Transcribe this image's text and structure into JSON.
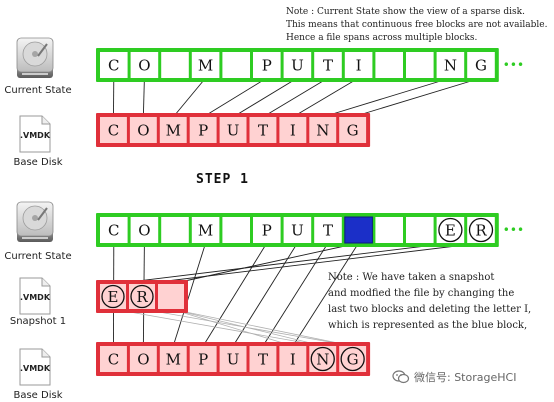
{
  "notes": {
    "top": "Note : Current State show the view of a sparse disk.\nThis means that continuous free blocks are not available.\nHence a file spans across multiple blocks.",
    "middle": "Note : We have taken a snapshot\nand modfied the file by changing the\nlast two blocks and deleting the letter I,\nwhich is represented as the blue block,"
  },
  "step_title": "STEP 1",
  "labels": {
    "current_state_1": "Current State",
    "base_disk_1": "Base Disk",
    "current_state_2": "Current State",
    "snapshot": "Snapshot 1",
    "base_disk_2": "Base Disk",
    "vmdk": ".VMDK"
  },
  "rows": {
    "current_1": [
      "C",
      "O",
      "",
      "M",
      "",
      "P",
      "U",
      "T",
      "I",
      "",
      "",
      "N",
      "G"
    ],
    "base_1": [
      "C",
      "O",
      "M",
      "P",
      "U",
      "T",
      "I",
      "N",
      "G"
    ],
    "current_2": [
      "C",
      "O",
      "",
      "M",
      "",
      "P",
      "U",
      "T",
      "",
      "",
      "",
      "E",
      "R"
    ],
    "snapshot": [
      "E",
      "R",
      ""
    ],
    "base_2": [
      "C",
      "O",
      "M",
      "P",
      "U",
      "T",
      "I",
      "N",
      "G"
    ]
  },
  "circled": {
    "current_2": [
      11,
      12
    ],
    "snapshot": [
      0,
      1
    ],
    "base_2": [
      7,
      8
    ]
  },
  "blue_block_index": 8,
  "ellipsis": "•••",
  "watermark": "微信号: StorageHCI",
  "colors": {
    "green_fill": "#ddfadb",
    "green_stroke": "#2ecc22",
    "red_fill": "#ffd2d2",
    "red_stroke": "#e0303a",
    "blue_block": "#1b2fc8",
    "line": "#222222",
    "faint_line": "#b0b0b0"
  }
}
